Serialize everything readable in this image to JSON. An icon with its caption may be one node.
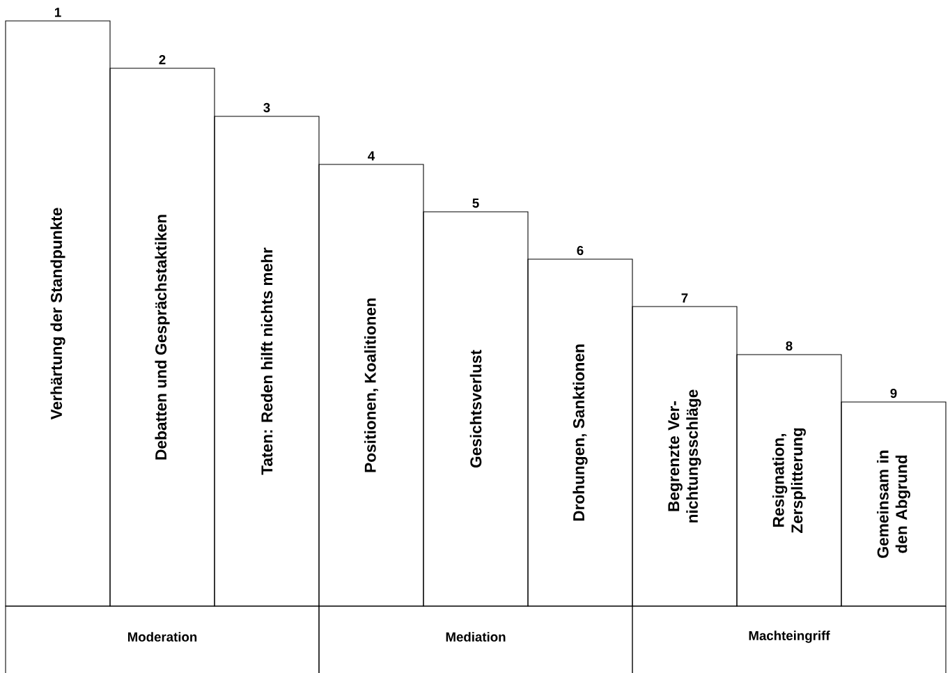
{
  "diagram": {
    "nodes": [
      {
        "text": [
          "1",
          "Verhärtung der Standpunkte"
        ]
      },
      {
        "text": [
          "2",
          "Debatten und Gesprächstaktiken"
        ]
      },
      {
        "text": [
          "3",
          "Taten: Reden hilft nichts mehr"
        ]
      },
      {
        "text": [
          "4",
          "Positionen, Koalitionen"
        ]
      },
      {
        "text": [
          "5",
          "Gesichtsverlust"
        ]
      },
      {
        "text": [
          "6",
          "Drohungen, Sanktionen"
        ]
      },
      {
        "text": [
          "7",
          "Begrenzte Ver- nichtungsschläge"
        ]
      },
      {
        "text": [
          "8",
          "Resignation, Zersplitterung"
        ]
      },
      {
        "text": [
          "9",
          "Gemeinsam in den Abgrund"
        ]
      },
      {
        "text": [
          "Moderation"
        ]
      },
      {
        "text": [
          "Mediation"
        ]
      },
      {
        "text": [
          "Machteingriff"
        ]
      }
    ]
  }
}
